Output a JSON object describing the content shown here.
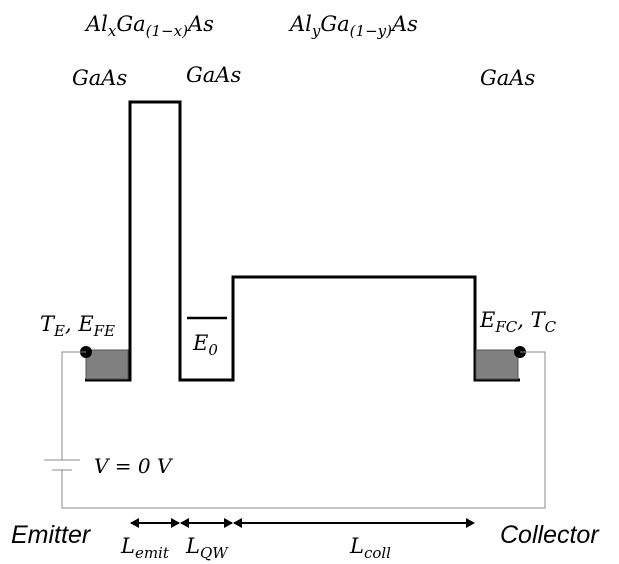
{
  "materials": {
    "barrier1": {
      "base": "Al",
      "sub": "x",
      "mid": "Ga",
      "sub2": "(1−x)",
      "tail": "As"
    },
    "barrier2": {
      "base": "Al",
      "sub": "y",
      "mid": "Ga",
      "sub2": "(1−y)",
      "tail": "As"
    },
    "gaas_left": "GaAs",
    "gaas_mid": "GaAs",
    "gaas_right": "GaAs"
  },
  "levels": {
    "emitter": {
      "T": "T",
      "T_sub": "E",
      "sep": ", ",
      "E": "E",
      "E_sub": "FE"
    },
    "collector": {
      "E": "E",
      "E_sub": "FC",
      "sep": ", ",
      "T": "T",
      "T_sub": "C"
    },
    "well": {
      "E": "E",
      "E_sub": "0"
    }
  },
  "bias": {
    "text": "V = 0 V"
  },
  "terminals": {
    "emitter": "Emitter",
    "collector": "Collector"
  },
  "lengths": {
    "emit": {
      "L": "L",
      "sub": "emit"
    },
    "qw": {
      "L": "L",
      "sub": "QW"
    },
    "coll": {
      "L": "L",
      "sub": "coll"
    }
  },
  "colors": {
    "fermi_fill": "#808080",
    "wire": "#888888",
    "profile": "#000000"
  }
}
